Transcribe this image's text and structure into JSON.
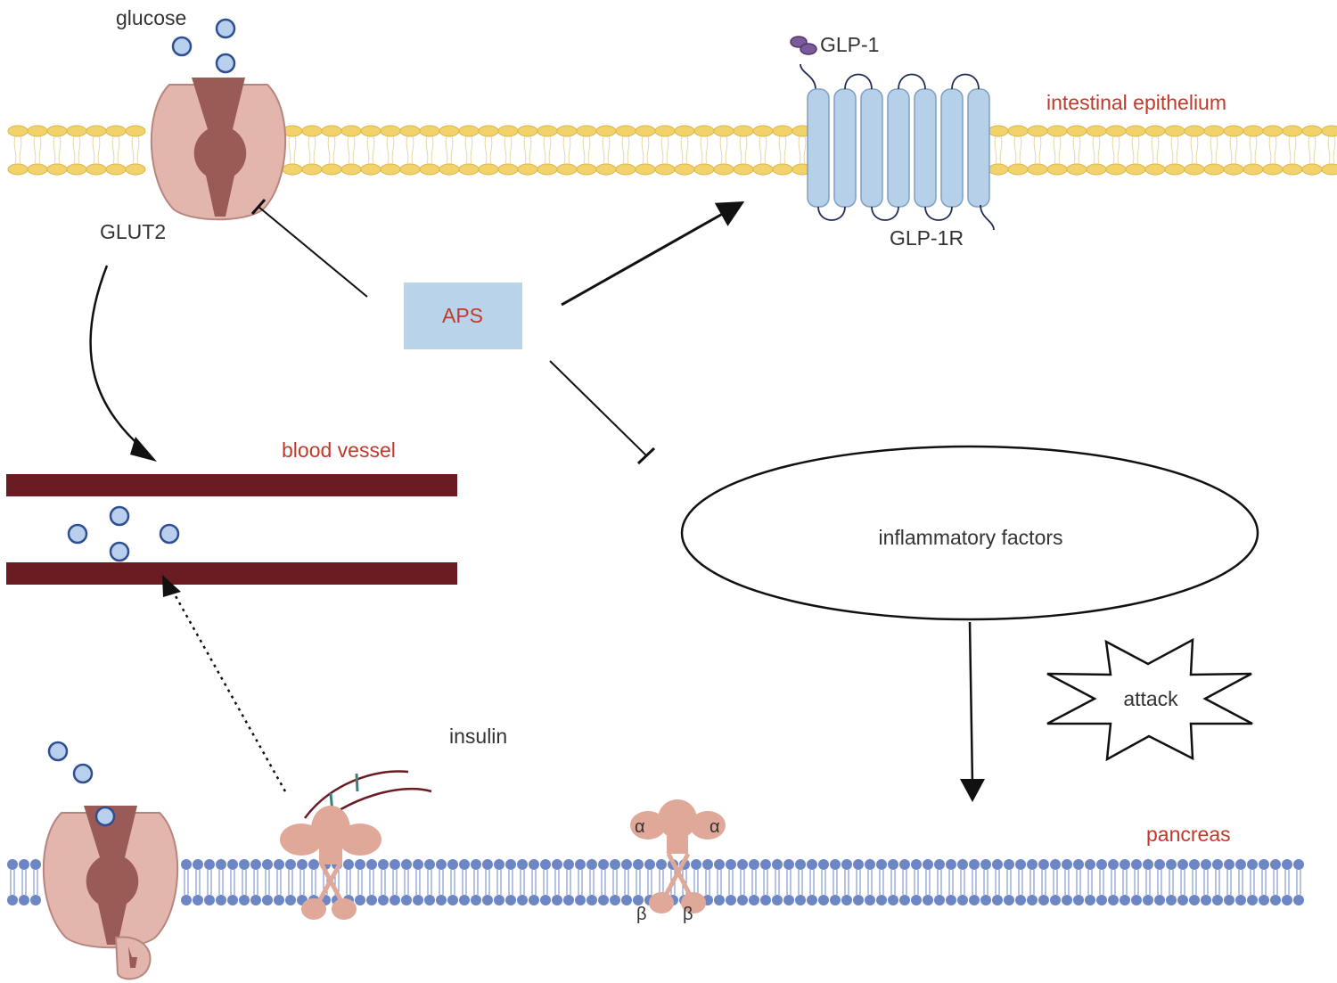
{
  "labels": {
    "glucose": "glucose",
    "glut2": "GLUT2",
    "glp1": "GLP-1",
    "glp1r": "GLP-1R",
    "intestinal_epithelium": "intestinal epithelium",
    "aps": "APS",
    "blood_vessel": "blood vessel",
    "inflammatory_factors": "inflammatory factors",
    "attack": "attack",
    "insulin": "insulin",
    "pancreas": "pancreas",
    "alpha": "α",
    "beta": "β"
  },
  "colors": {
    "red_label": "#c0392b",
    "dark_text": "#333333",
    "aps_box": "#b9d3ea",
    "glp1r": "#b7d0ea",
    "glp1r_stroke": "#7f9fc0",
    "glp1": "#7a5a99",
    "glucose_fill": "#b8cfee",
    "glucose_stroke": "#2e4f8f",
    "membrane_yellow": "#f2d36b",
    "membrane_blue": "#6d87c6",
    "vessel": "#6a1c22",
    "transporter_light": "#e3b6ad",
    "transporter_dark": "#9a5a55",
    "receptor": "#dfa898"
  }
}
